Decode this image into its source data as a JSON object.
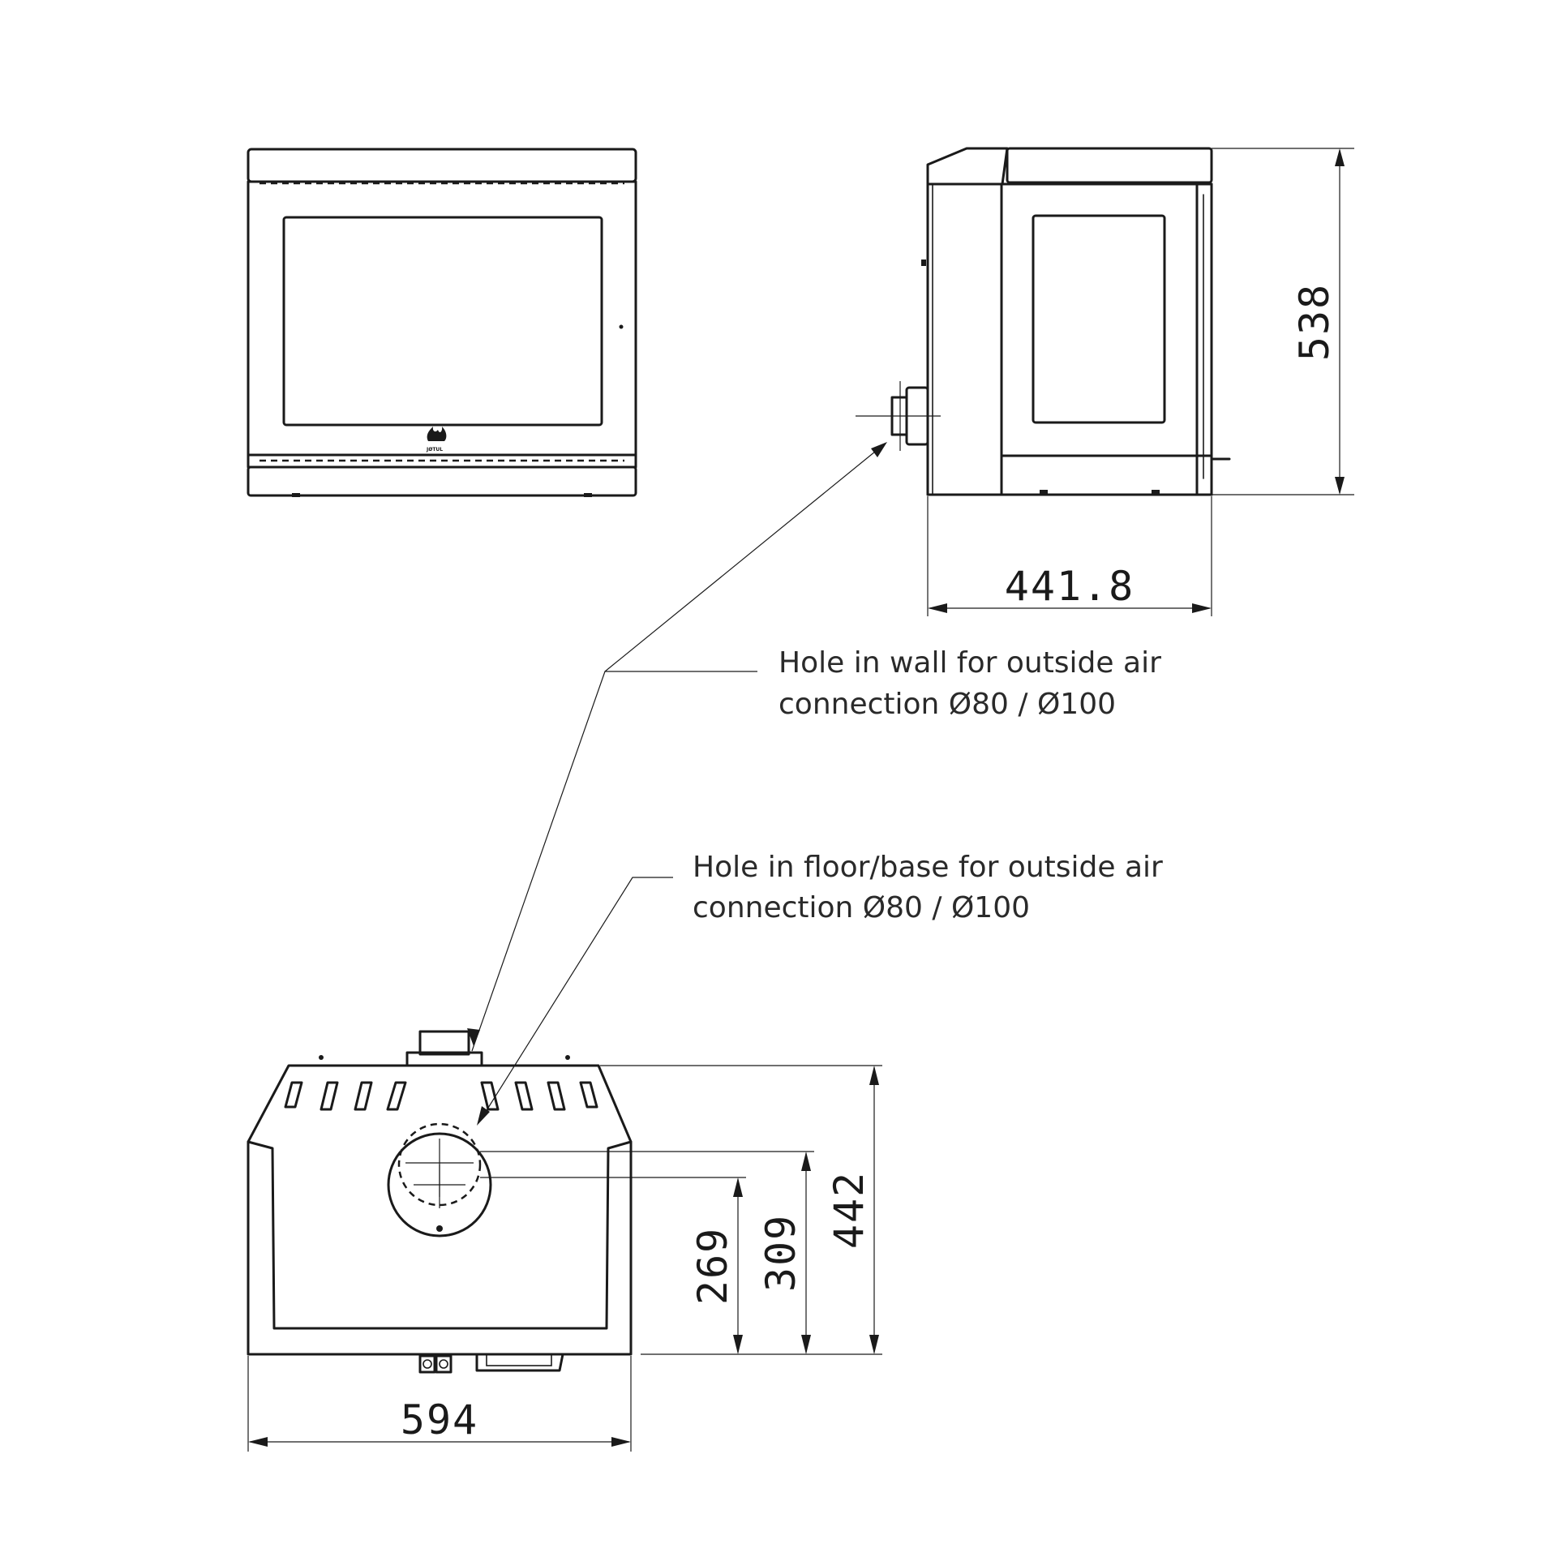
{
  "dimensions": {
    "depth": "441.8",
    "height": "538",
    "width": "594",
    "top_depth": "442",
    "hole_offset_a": "269",
    "hole_offset_b": "309"
  },
  "annotations": {
    "wall_hole_line1": "Hole in wall for outside air",
    "wall_hole_line2": "connection Ø80 / Ø100",
    "floor_hole_line1": "Hole in floor/base for outside air",
    "floor_hole_line2": "connection Ø80 / Ø100"
  },
  "logo": {
    "icon": "flame-logo-icon",
    "text": "JØTUL"
  }
}
